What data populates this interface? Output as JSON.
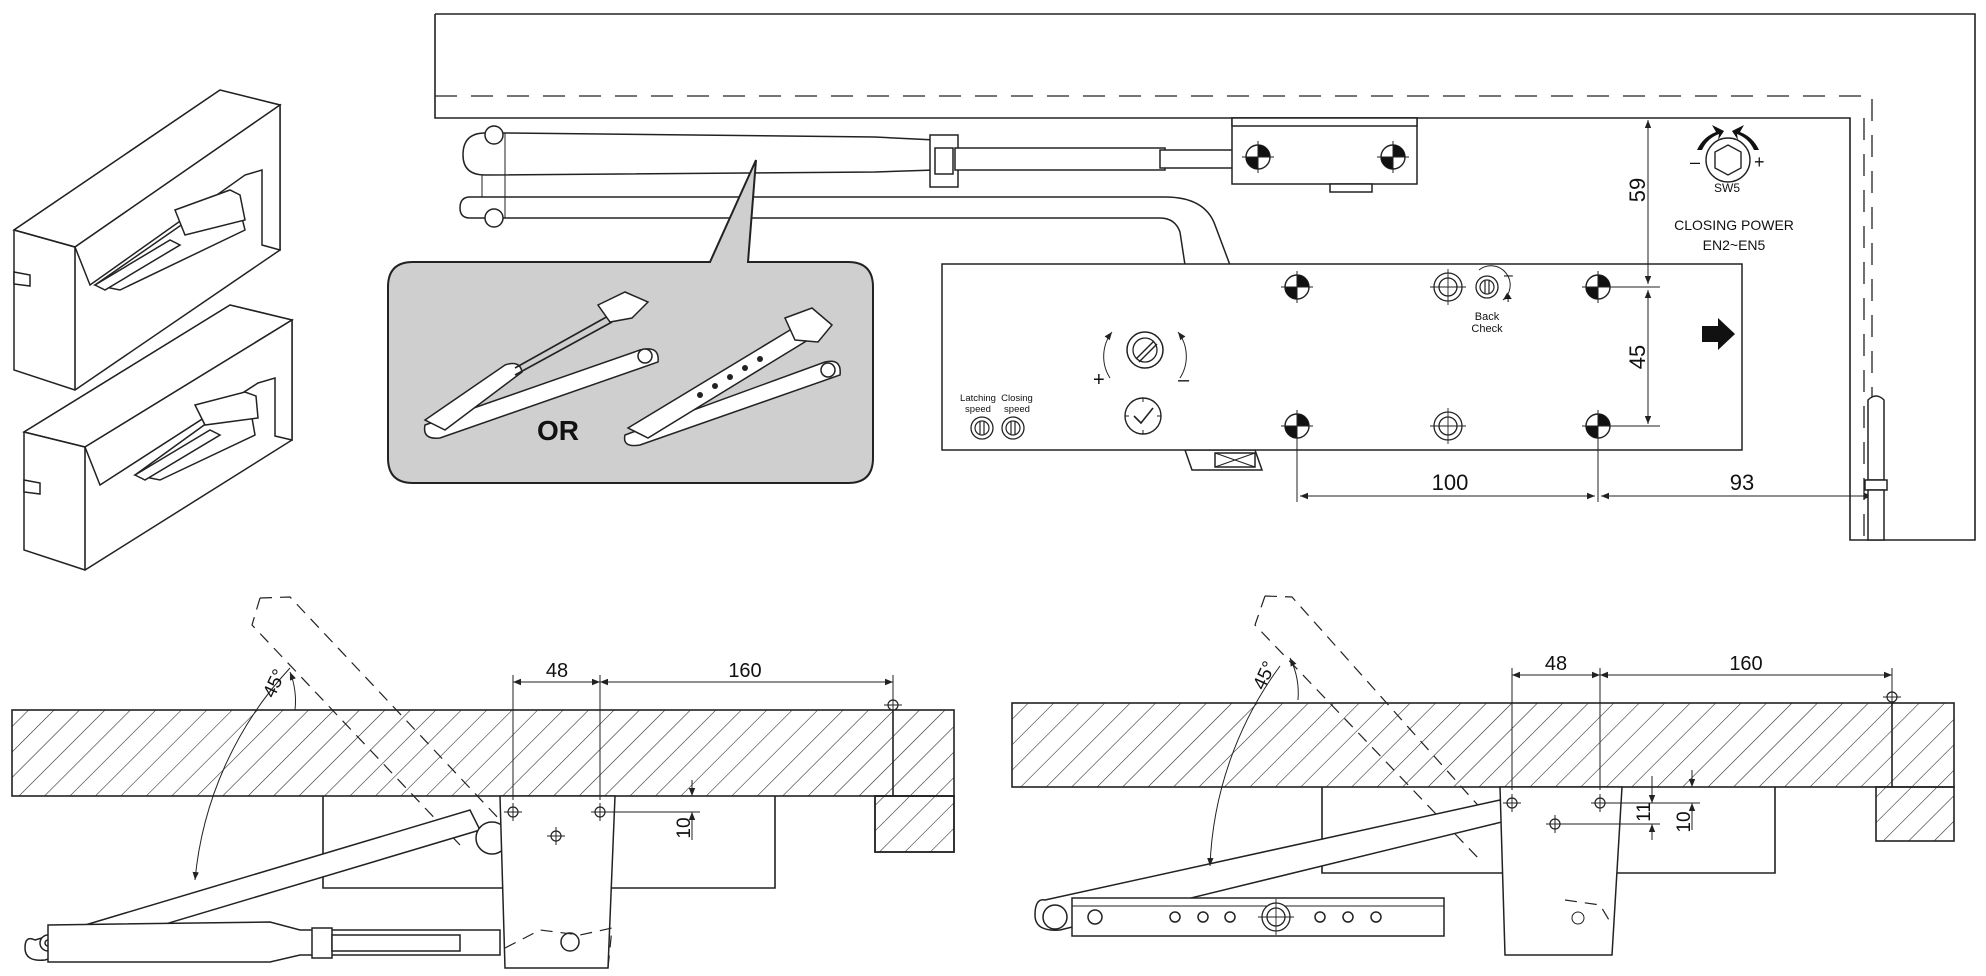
{
  "top_view": {
    "dim_59": "59",
    "dim_45": "45",
    "dim_100": "100",
    "dim_93": "93",
    "sw5": "SW5",
    "sw5_minus": "–",
    "sw5_plus": "+",
    "closing_power_line1": "CLOSING POWER",
    "closing_power_line2": "EN2~EN5",
    "back_check_line1": "Back",
    "back_check_line2": "Check",
    "bc_minus": "–",
    "bc_plus": "+",
    "valve_plus": "+",
    "valve_minus": "–",
    "latching_line1": "Latching",
    "latching_line2": "speed",
    "closing_line1": "Closing",
    "closing_line2": "speed",
    "or_label": "OR"
  },
  "section_left": {
    "dim_48": "48",
    "dim_160": "160",
    "dim_10": "10",
    "angle": "45°"
  },
  "section_right": {
    "dim_48": "48",
    "dim_160": "160",
    "dim_11": "11",
    "dim_10": "10",
    "angle": "45°"
  }
}
